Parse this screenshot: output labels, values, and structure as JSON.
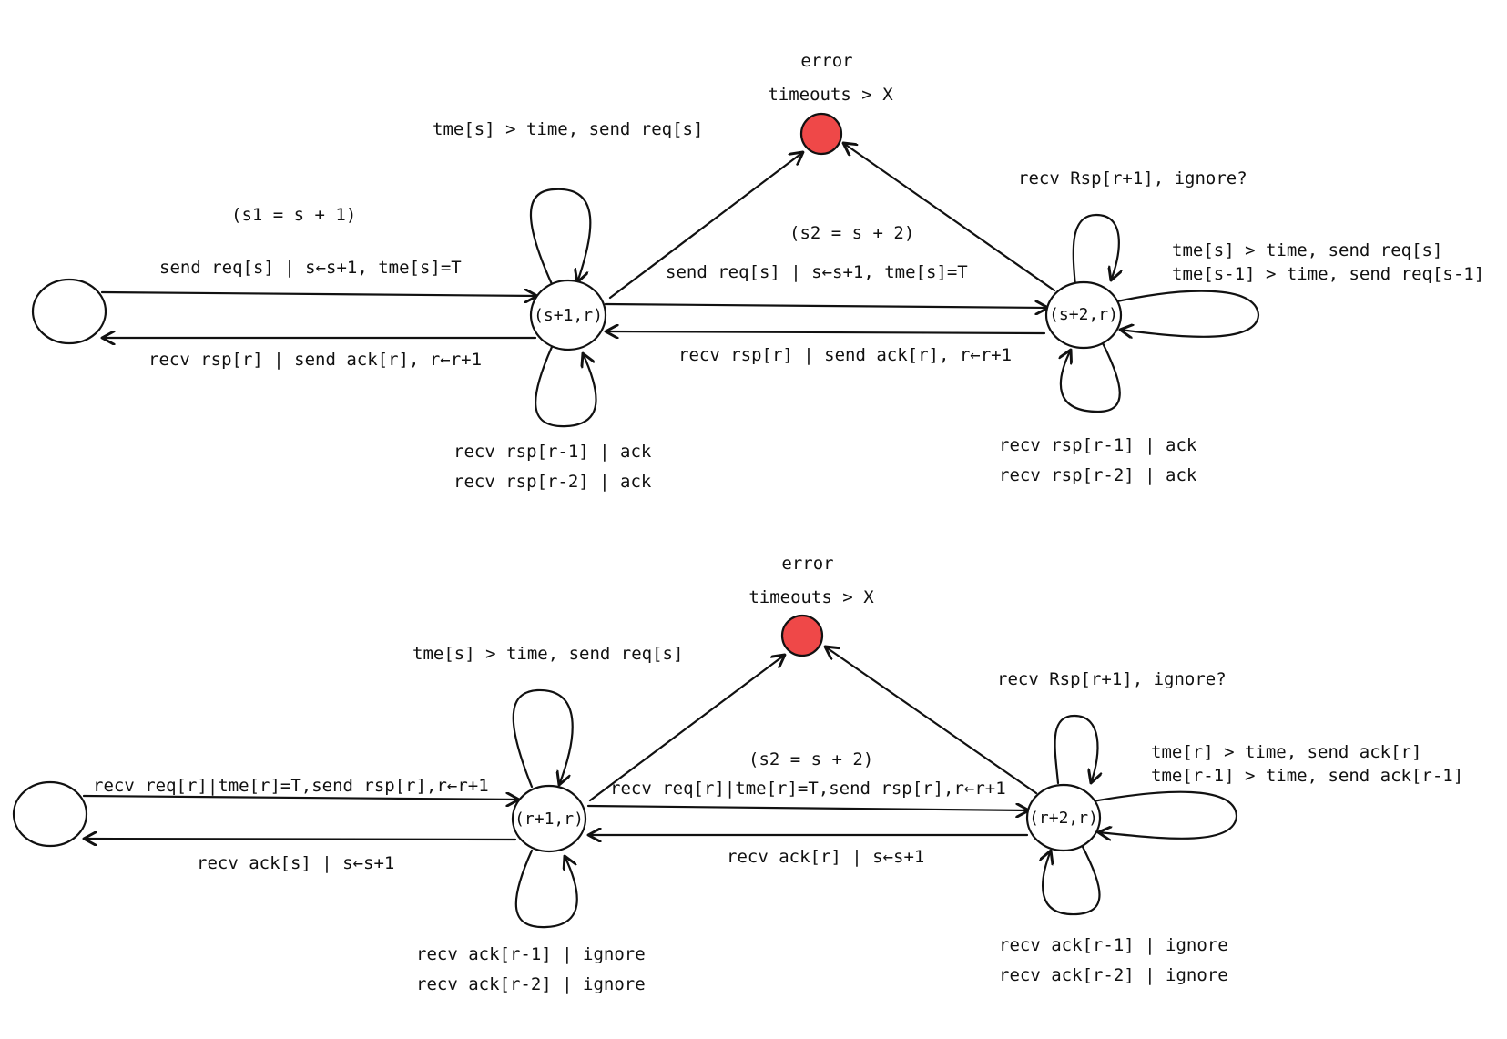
{
  "colors": {
    "error_node": "#ef4848",
    "stroke": "#111111",
    "background": "#ffffff"
  },
  "sender": {
    "error_label": "error",
    "timeouts_label": "timeouts > X",
    "loop1_top_label": "tme[s] > time, send req[s]",
    "s1_note": "(s1 = s + 1)",
    "s2_note": "(s2 = s + 2)",
    "edge_init_to_1": "send req[s] | s←s+1, tme[s]=T",
    "edge_1_to_init": "recv rsp[r] | send ack[r], r←r+1",
    "edge_1_to_2": "send req[s] | s←s+1, tme[s]=T",
    "edge_2_to_1": "recv rsp[r] | send ack[r], r←r+1",
    "state1": "(s+1,r)",
    "state2": "(s+2,r)",
    "loop2_top_label": "recv Rsp[r+1], ignore?",
    "loop2_right_line1": "tme[s] > time, send req[s]",
    "loop2_right_line2": "tme[s-1] > time, send req[s-1]",
    "loop1_bottom_line1": "recv rsp[r-1] | ack",
    "loop1_bottom_line2": "recv rsp[r-2] | ack",
    "loop2_bottom_line1": "recv rsp[r-1] | ack",
    "loop2_bottom_line2": "recv rsp[r-2] | ack"
  },
  "receiver": {
    "error_label": "error",
    "timeouts_label": "timeouts > X",
    "loop1_top_label": "tme[s] > time, send req[s]",
    "s2_note": "(s2 = s + 2)",
    "edge_init_to_1": "recv req[r]|tme[r]=T,send rsp[r],r←r+1",
    "edge_1_to_init": "recv ack[s] | s←s+1",
    "edge_1_to_2": "recv req[r]|tme[r]=T,send rsp[r],r←r+1",
    "edge_2_to_1": "recv ack[r] | s←s+1",
    "state1": "(r+1,r)",
    "state2": "(r+2,r)",
    "loop2_top_label": "recv Rsp[r+1], ignore?",
    "loop2_right_line1": "tme[r] > time, send ack[r]",
    "loop2_right_line2": "tme[r-1] > time, send ack[r-1]",
    "loop1_bottom_line1": "recv ack[r-1] | ignore",
    "loop1_bottom_line2": "recv ack[r-2] | ignore",
    "loop2_bottom_line1": "recv ack[r-1] | ignore",
    "loop2_bottom_line2": "recv ack[r-2] | ignore"
  }
}
